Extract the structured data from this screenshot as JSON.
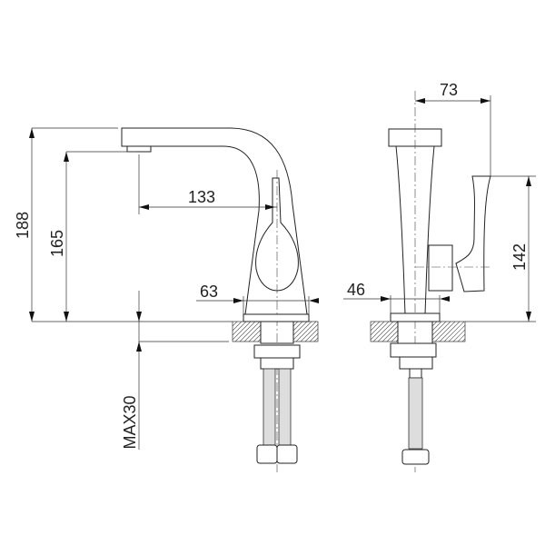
{
  "drawing": {
    "side_view": {
      "dimensions": {
        "total_height": "188",
        "spout_outlet_height": "165",
        "spout_reach": "133",
        "base_diameter": "63",
        "max_counter_thickness": "MAX30"
      }
    },
    "front_view": {
      "dimensions": {
        "handle_offset": "73",
        "base_width": "46",
        "handle_height": "142"
      }
    },
    "colors": {
      "line": "#222222",
      "background": "#ffffff"
    }
  }
}
